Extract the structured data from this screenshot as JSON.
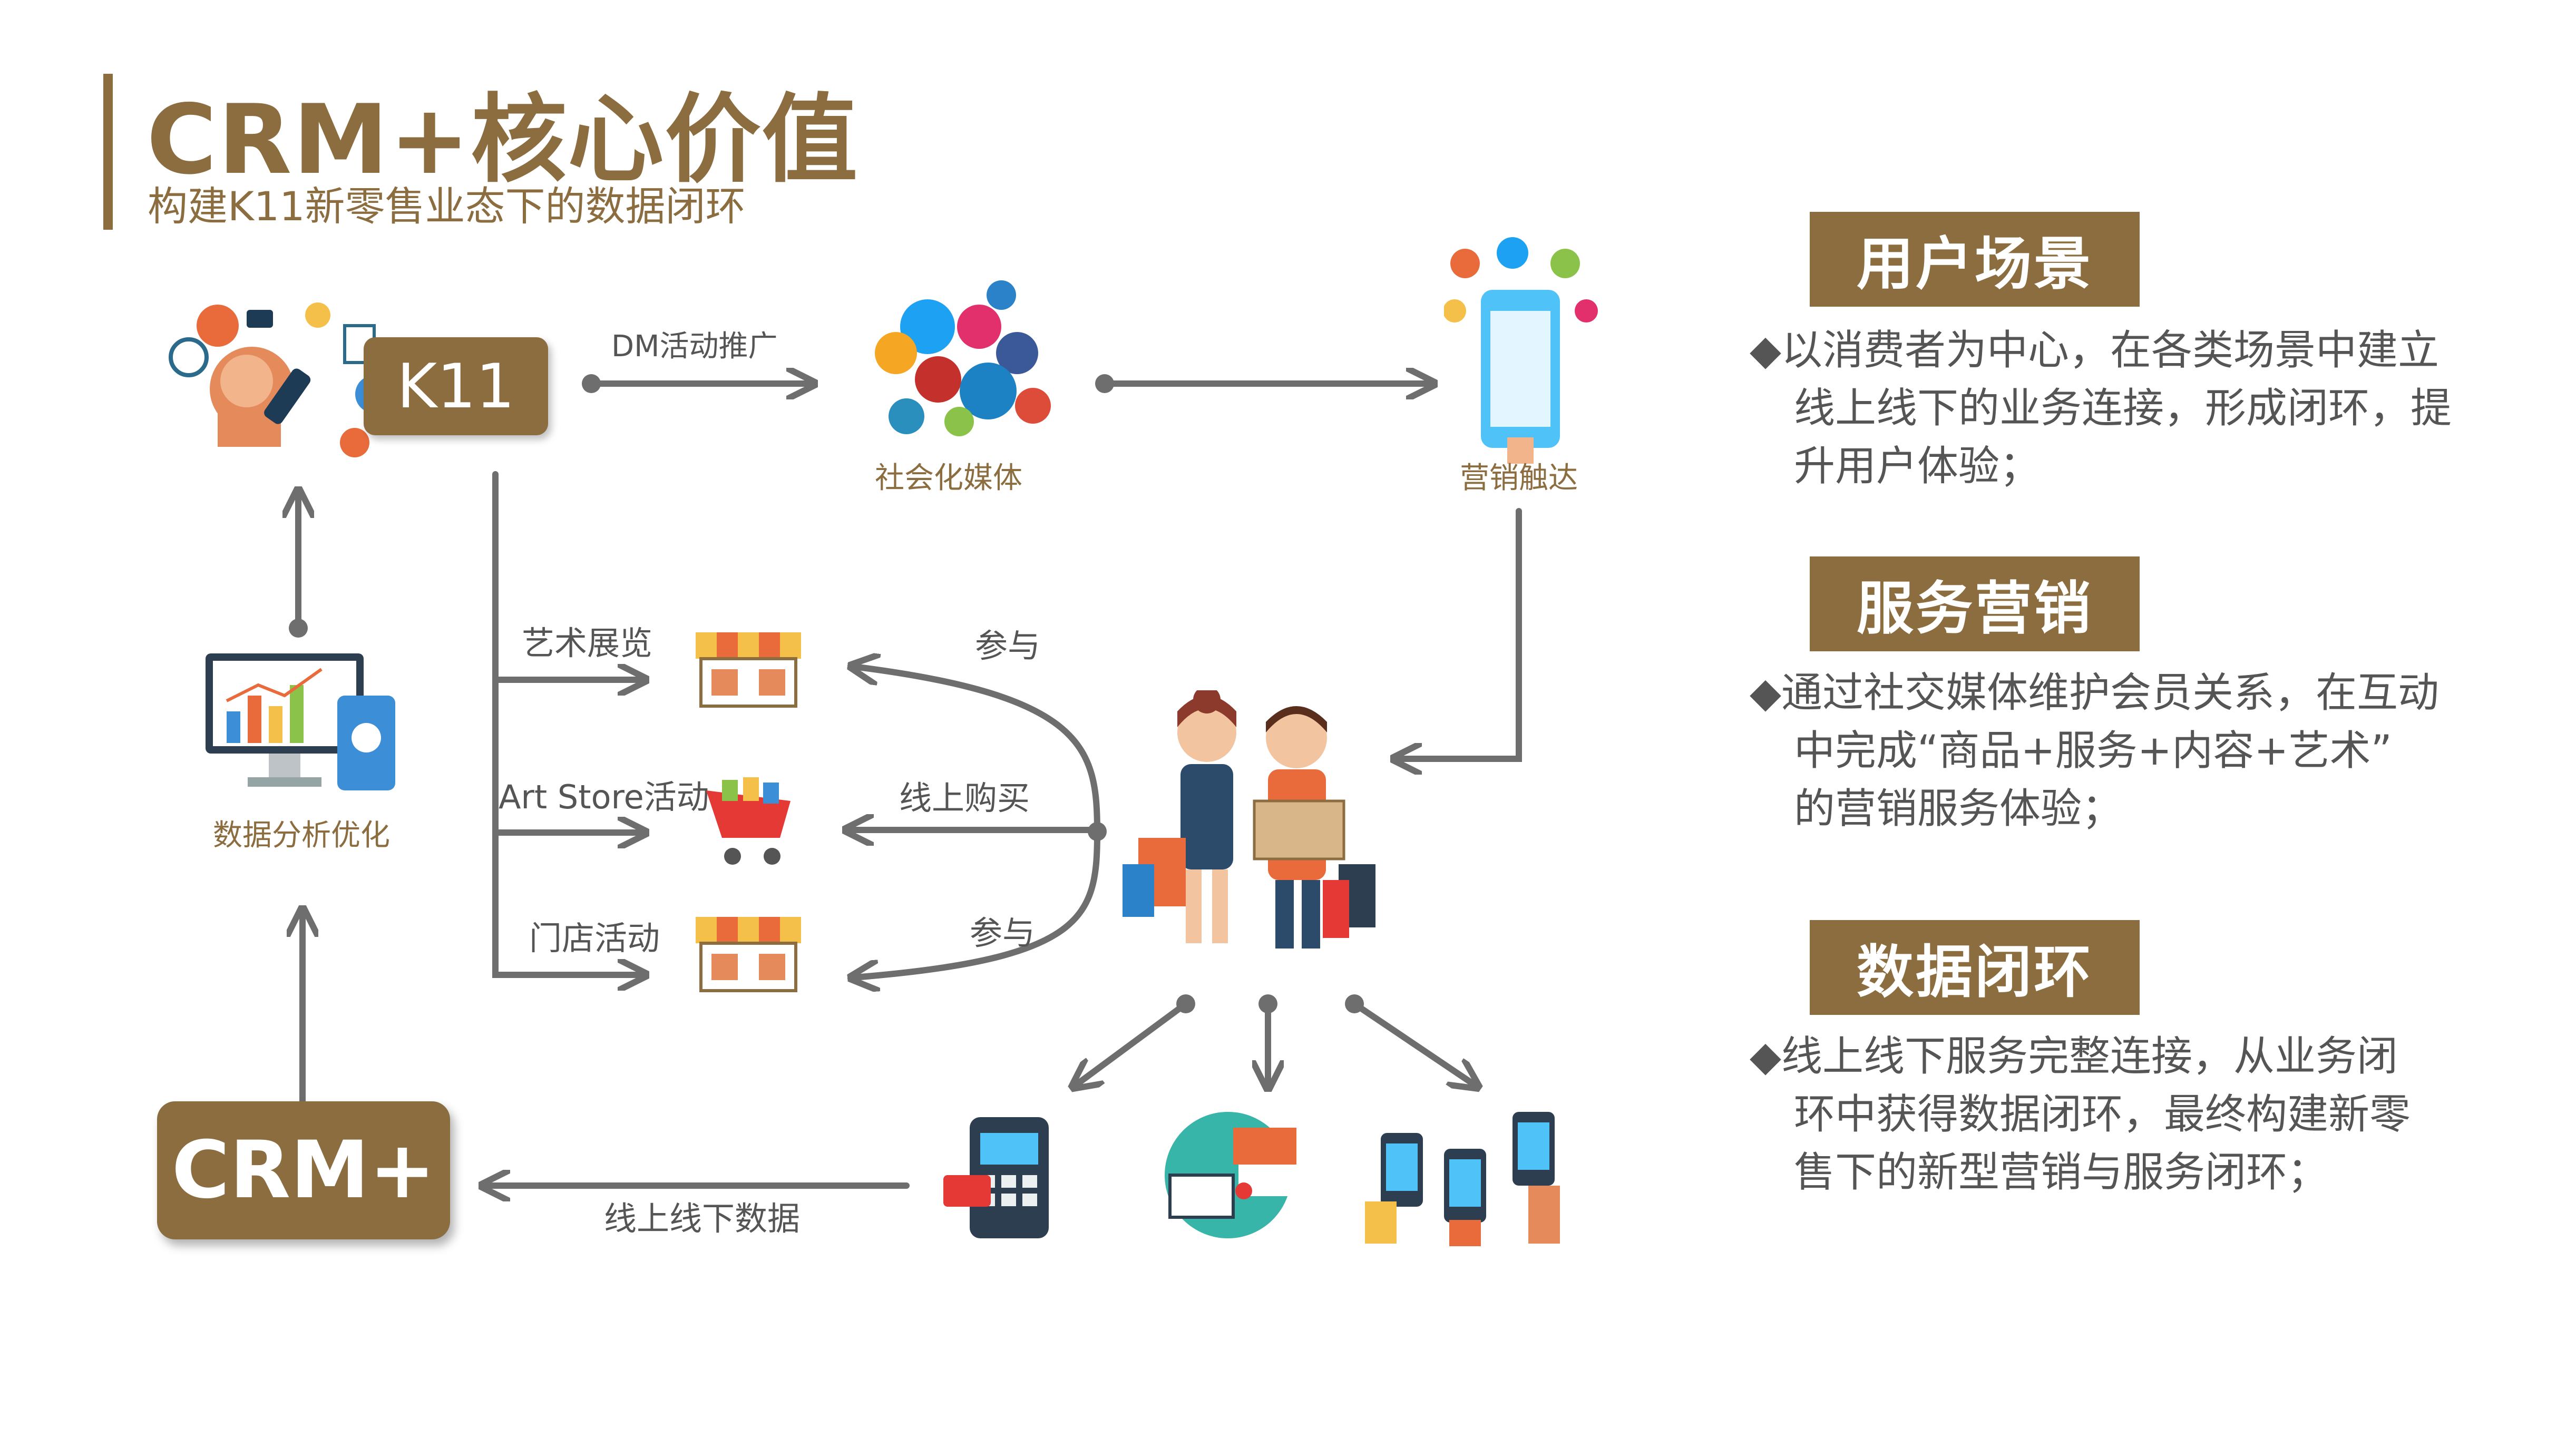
{
  "header": {
    "title": "CRM+核心价值",
    "subtitle": "构建K11新零售业态下的数据闭环"
  },
  "diagram": {
    "k11_label": "K11",
    "crm_label": "CRM+",
    "dm_label": "DM活动推广",
    "social_media_label": "社会化媒体",
    "marketing_reach_label": "营销触达",
    "data_analysis_label": "数据分析优化",
    "art_exhibition_label": "艺术展览",
    "art_store_label": "Art Store活动",
    "store_activity_label": "门店活动",
    "participate_top_label": "参与",
    "online_purchase_label": "线上购买",
    "participate_bottom_label": "参与",
    "online_offline_data_label": "线上线下数据"
  },
  "sections": [
    {
      "heading": "用户场景",
      "lines": [
        "以消费者为中心，在各类场景中建立",
        "线上线下的业务连接，形成闭环，提",
        "升用户体验；"
      ]
    },
    {
      "heading": "服务营销",
      "lines": [
        "通过社交媒体维护会员关系，在互动",
        "中完成“商品+服务+内容+艺术”",
        "的营销服务体验；"
      ]
    },
    {
      "heading": "数据闭环",
      "lines": [
        "线上线下服务完整连接，从业务闭",
        "环中获得数据闭环，最终构建新零",
        "售下的新型营销与服务闭环；"
      ]
    }
  ],
  "colors": {
    "brand_gold": "#8c6d3f",
    "arrow_gray": "#6e6e6e",
    "text_gray": "#555555"
  }
}
